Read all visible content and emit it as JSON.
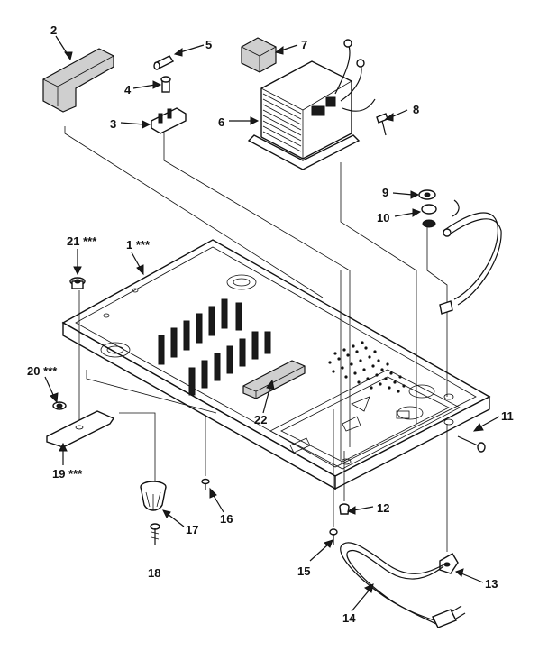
{
  "diagram": {
    "callouts": [
      {
        "id": "c2",
        "text": "2"
      },
      {
        "id": "c5",
        "text": "5"
      },
      {
        "id": "c7",
        "text": "7"
      },
      {
        "id": "c4",
        "text": "4"
      },
      {
        "id": "c8",
        "text": "8"
      },
      {
        "id": "c3",
        "text": "3"
      },
      {
        "id": "c6",
        "text": "6"
      },
      {
        "id": "c9",
        "text": "9"
      },
      {
        "id": "c10",
        "text": "10"
      },
      {
        "id": "c21",
        "text": "21 ***"
      },
      {
        "id": "c1",
        "text": "1 ***"
      },
      {
        "id": "c20",
        "text": "20 ***"
      },
      {
        "id": "c22",
        "text": "22"
      },
      {
        "id": "c11",
        "text": "11"
      },
      {
        "id": "c19",
        "text": "19 ***"
      },
      {
        "id": "c17",
        "text": "17"
      },
      {
        "id": "c16",
        "text": "16"
      },
      {
        "id": "c12",
        "text": "12"
      },
      {
        "id": "c18",
        "text": "18"
      },
      {
        "id": "c15",
        "text": "15"
      },
      {
        "id": "c13",
        "text": "13"
      },
      {
        "id": "c14",
        "text": "14"
      }
    ]
  }
}
